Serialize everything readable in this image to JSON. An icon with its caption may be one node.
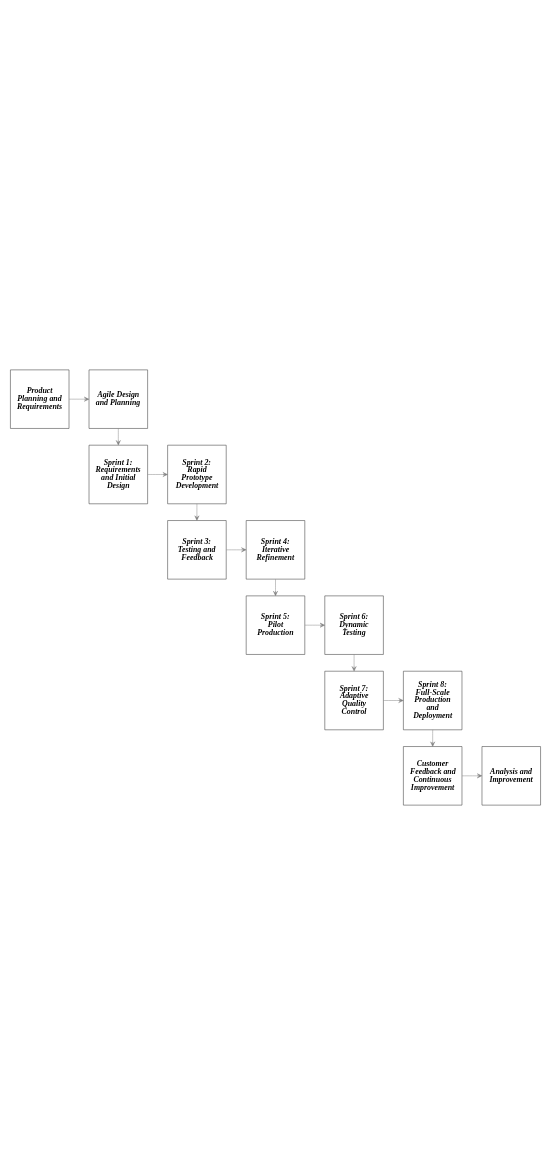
{
  "diagram": {
    "nodes": [
      {
        "text": [
          "Product Planning and Requirements"
        ]
      },
      {
        "text": [
          "Agile Design and Planning"
        ]
      },
      {
        "text": [
          "Sprint 1: Requirements and Initial Design"
        ]
      },
      {
        "text": [
          "Sprint 2: Rapid Prototype Development"
        ]
      },
      {
        "text": [
          "Sprint 3: Testing and Feedback"
        ]
      },
      {
        "text": [
          "Sprint 4: Iterative Refinement"
        ]
      },
      {
        "text": [
          "Sprint 5: Pilot Production"
        ]
      },
      {
        "text": [
          "Sprint 6: Dynamic Testing"
        ]
      },
      {
        "text": [
          "Sprint 7: Adaptive Quality Control"
        ]
      },
      {
        "text": [
          "Sprint 8: Full-Scale Production and Deployment"
        ]
      },
      {
        "text": [
          "Customer Feedback and Continuous Improvement"
        ]
      },
      {
        "text": [
          "Analysis and Improvement"
        ]
      }
    ],
    "edges": [
      {
        "from": 0,
        "to": 1,
        "arrow": "to"
      },
      {
        "from": 1,
        "to": 2,
        "arrow": "to"
      },
      {
        "from": 2,
        "to": 3,
        "arrow": "to"
      },
      {
        "from": 3,
        "to": 4,
        "arrow": "to"
      },
      {
        "from": 4,
        "to": 5,
        "arrow": "to"
      },
      {
        "from": 5,
        "to": 6,
        "arrow": "to"
      },
      {
        "from": 6,
        "to": 7,
        "arrow": "to"
      },
      {
        "from": 7,
        "to": 8,
        "arrow": "to"
      },
      {
        "from": 8,
        "to": 9,
        "arrow": "to"
      },
      {
        "from": 9,
        "to": 10,
        "arrow": "to"
      },
      {
        "from": 10,
        "to": 11,
        "arrow": "to"
      }
    ]
  }
}
